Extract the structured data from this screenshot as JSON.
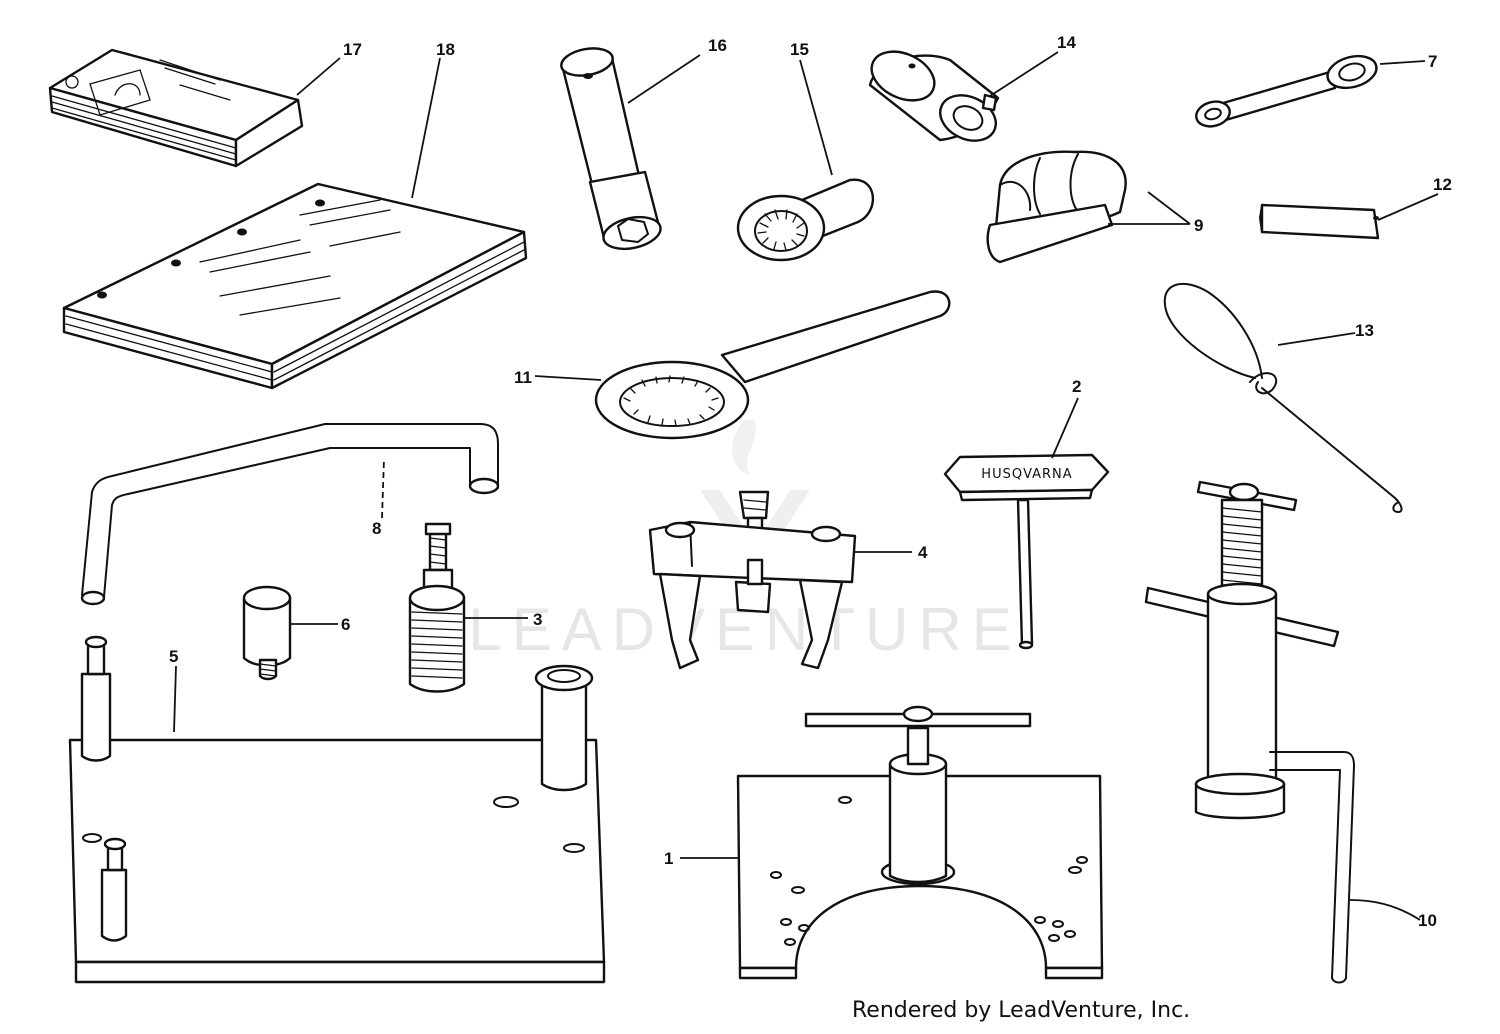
{
  "callouts": {
    "c1": "1",
    "c2": "2",
    "c3": "3",
    "c4": "4",
    "c5": "5",
    "c6": "6",
    "c7": "7",
    "c8": "8",
    "c9": "9",
    "c10": "10",
    "c11": "11",
    "c12": "12",
    "c13": "13",
    "c14": "14",
    "c15": "15",
    "c16": "16",
    "c17": "17",
    "c18": "18"
  },
  "tool_brand_label": "HUSQVARNA",
  "watermark": "LEADVENTURE",
  "footer": "Rendered by LeadVenture, Inc."
}
